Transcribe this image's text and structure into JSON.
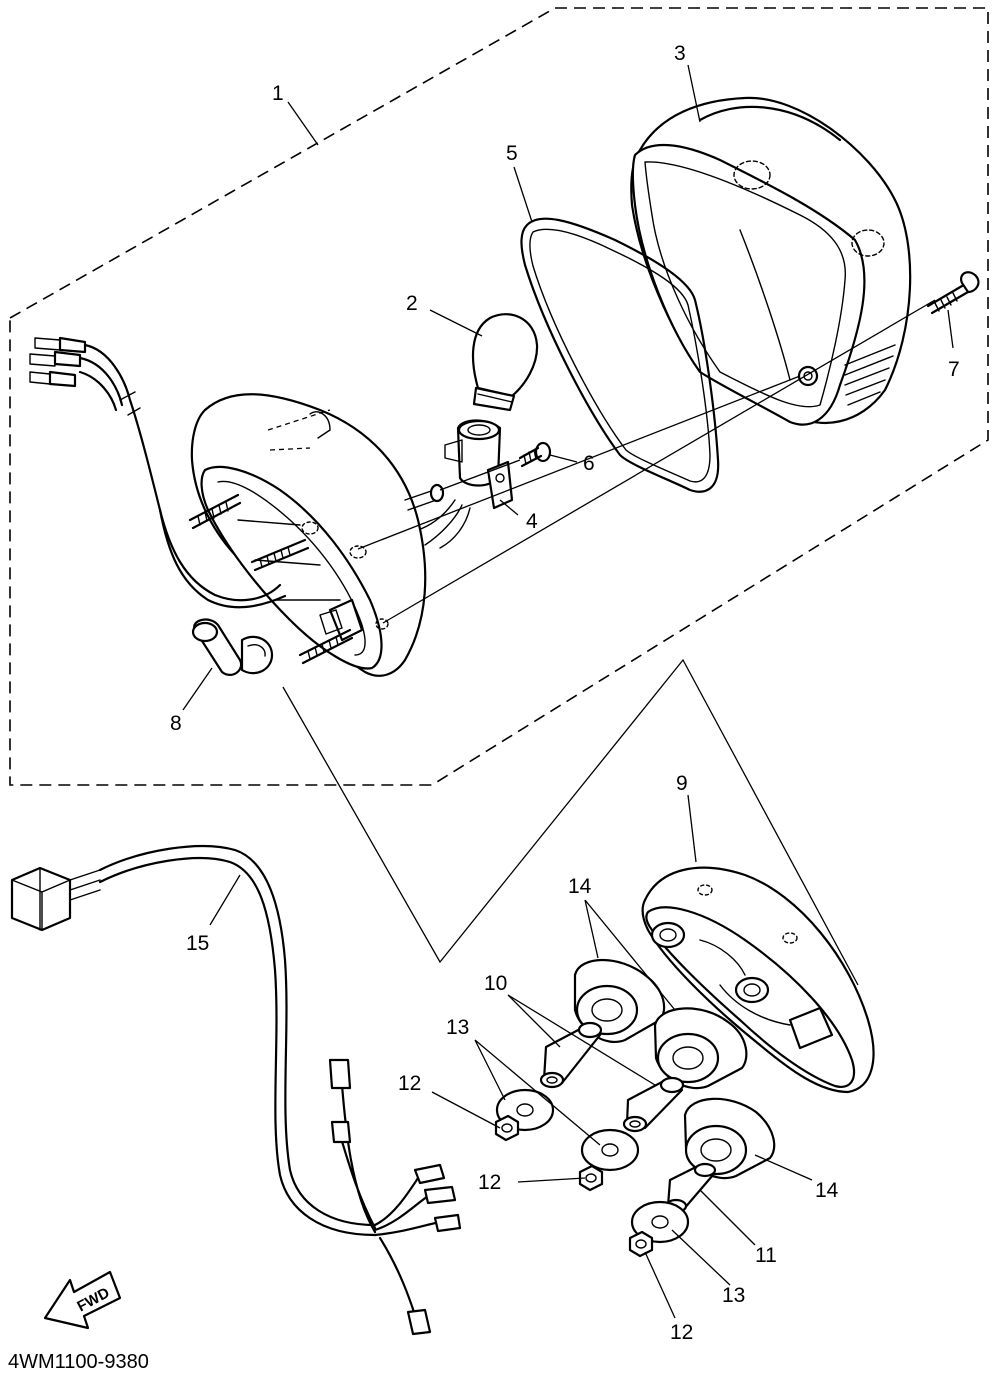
{
  "diagram": {
    "drawing_code": "4WM1100-9380",
    "direction_label": "FWD",
    "callouts": {
      "c1": "1",
      "c2": "2",
      "c3": "3",
      "c4": "4",
      "c5": "5",
      "c6": "6",
      "c7": "7",
      "c8": "8",
      "c9": "9",
      "c10": "10",
      "c11": "11",
      "c12a": "12",
      "c12b": "12",
      "c12c": "12",
      "c13a": "13",
      "c13b": "13",
      "c14a": "14",
      "c14b": "14",
      "c15": "15"
    }
  }
}
